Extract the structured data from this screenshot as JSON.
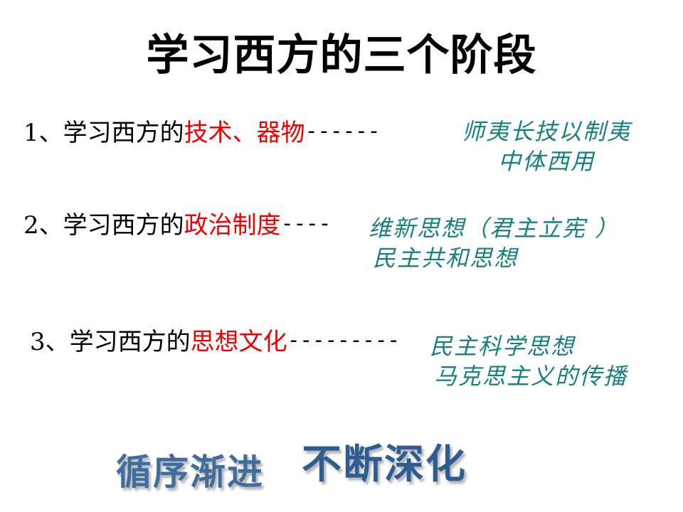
{
  "slide": {
    "background_color": "#ffffff",
    "title": "学习西方的三个阶段"
  },
  "colors": {
    "title": "#000000",
    "body_text": "#000000",
    "highlight_red": "#ee0000",
    "annotation_teal": "#17807f",
    "wordart_blue_1": "#3f6d9c",
    "wordart_blue_2": "#2e5d91",
    "wordart_shadow": "#78787d"
  },
  "items": [
    {
      "number": "1、",
      "lead": "学习西方的",
      "highlight": "技术、器物",
      "dashes": "------",
      "annotation": {
        "line1": "师夷长技以制夷",
        "line2": "中体西用"
      }
    },
    {
      "number": "2、",
      "lead": "学习西方的",
      "highlight": "政治制度",
      "dashes": "----",
      "annotation": {
        "line1": "维新思想（君主立宪 ）",
        "line2": "民主共和思想"
      }
    },
    {
      "number": "3、",
      "lead": "学习西方的",
      "highlight": "思想文化",
      "dashes": "---------",
      "annotation": {
        "line1": "民主科学思想",
        "line2": "马克思主义的传播"
      }
    }
  ],
  "wordart": {
    "left": "循序渐进",
    "right": "不断深化"
  }
}
